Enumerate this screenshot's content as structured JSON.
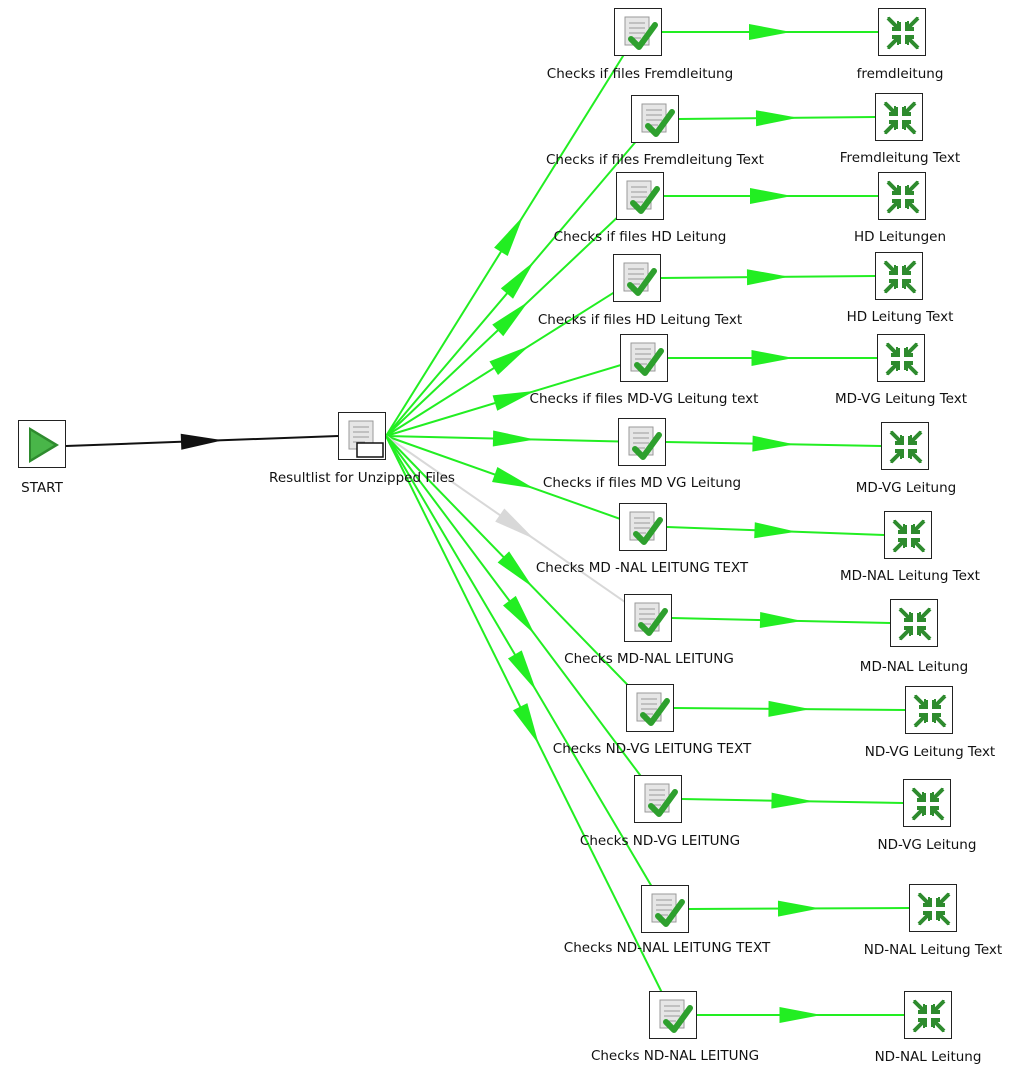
{
  "start": {
    "label": "START"
  },
  "hub": {
    "label": "Resultlist for Unzipped Files"
  },
  "checks": [
    {
      "label": "Checks if files Fremdleitung",
      "target": "fremdleitung",
      "hop": "enabled"
    },
    {
      "label": "Checks if files Fremdleitung Text",
      "target": "Fremdleitung Text",
      "hop": "enabled"
    },
    {
      "label": "Checks if files HD Leitung",
      "target": "HD Leitungen",
      "hop": "enabled"
    },
    {
      "label": "Checks if files HD Leitung Text",
      "target": "HD Leitung Text",
      "hop": "enabled"
    },
    {
      "label": "Checks if files MD-VG Leitung text",
      "target": "MD-VG Leitung Text",
      "hop": "enabled"
    },
    {
      "label": "Checks if files MD VG Leitung",
      "target": "MD-VG Leitung",
      "hop": "enabled"
    },
    {
      "label": "Checks MD -NAL LEITUNG TEXT",
      "target": "MD-NAL Leitung Text",
      "hop": "enabled"
    },
    {
      "label": "Checks MD-NAL LEITUNG",
      "target": "MD-NAL Leitung",
      "hop": "disabled"
    },
    {
      "label": "Checks ND-VG LEITUNG TEXT",
      "target": "ND-VG Leitung Text",
      "hop": "enabled"
    },
    {
      "label": "Checks ND-VG LEITUNG",
      "target": "ND-VG Leitung",
      "hop": "enabled"
    },
    {
      "label": "Checks ND-NAL LEITUNG TEXT",
      "target": "ND-NAL Leitung Text",
      "hop": "enabled"
    },
    {
      "label": "Checks ND-NAL LEITUNG",
      "target": "ND-NAL Leitung",
      "hop": "enabled"
    }
  ],
  "colors": {
    "hop_enabled": "#22ee22",
    "hop_disabled": "#d8d8d8",
    "hop_start": "#111111",
    "icon_green": "#2e8b2e"
  },
  "icons": {
    "start": "play-icon",
    "hub": "file-list-icon",
    "check": "file-check-icon",
    "target": "compress-arrows-icon"
  }
}
